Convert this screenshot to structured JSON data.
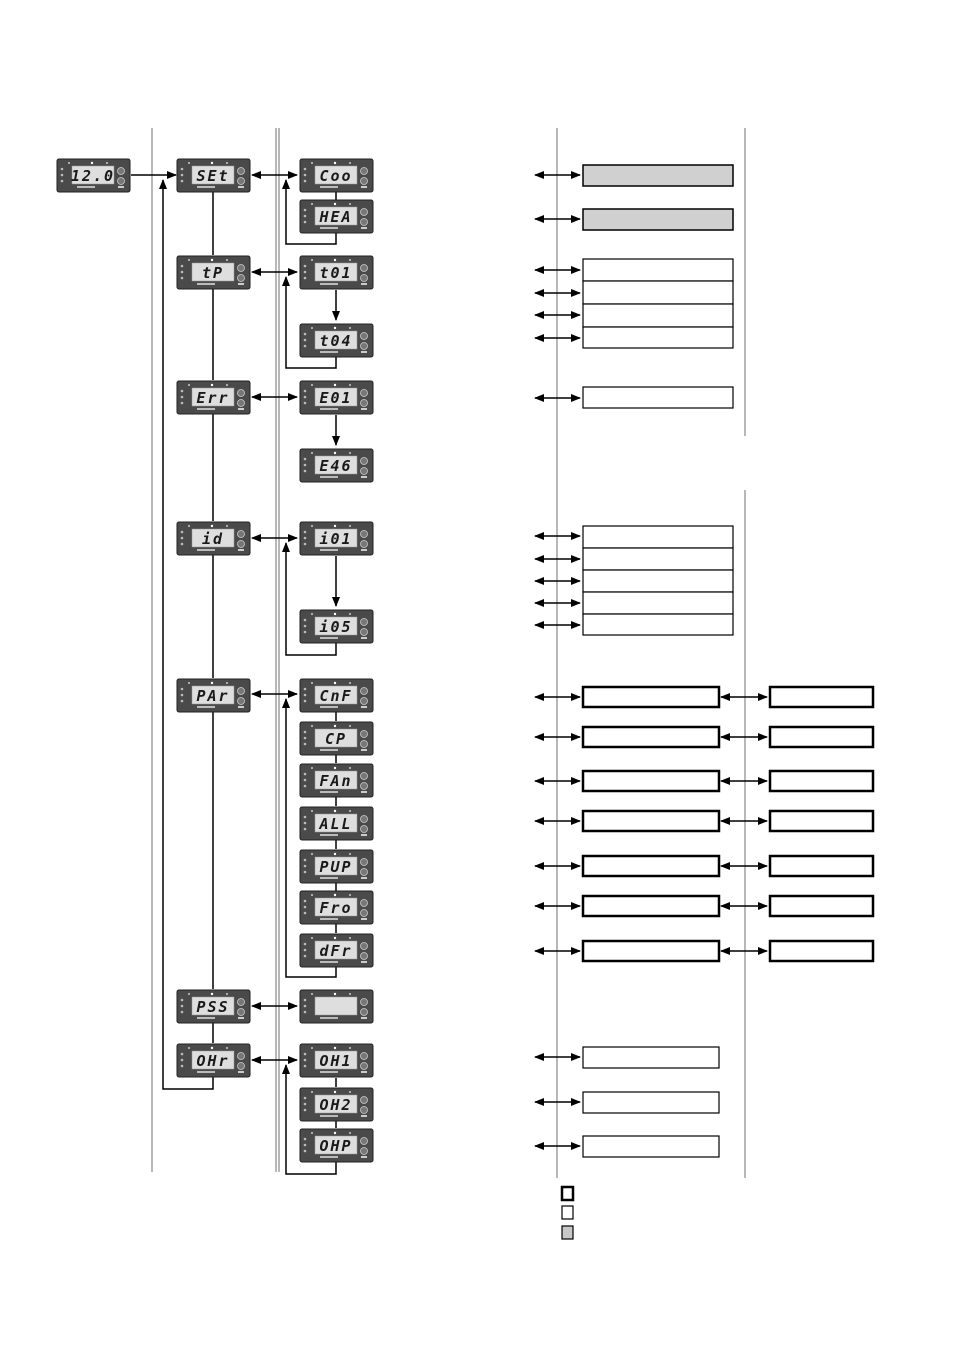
{
  "colors": {
    "device_body": "#4a4a4a",
    "lcd_face": "#dedede",
    "filled_box": "#d0d0d0",
    "line": "#000000",
    "divider": "#888888"
  },
  "main_display": "12.0",
  "menu": [
    {
      "code": "SEt",
      "children": [
        "Coo",
        "HEA"
      ]
    },
    {
      "code": "tP",
      "children": [
        "t01",
        "t04"
      ]
    },
    {
      "code": "Err",
      "children": [
        "E01",
        "E46"
      ]
    },
    {
      "code": "id",
      "children": [
        "i01",
        "i05"
      ]
    },
    {
      "code": "PAr",
      "children": [
        "CnF",
        "CP",
        "FAn",
        "ALL",
        "PUP",
        "Fro",
        "dFr"
      ]
    },
    {
      "code": "PSS",
      "children": [
        ""
      ]
    },
    {
      "code": "OHr",
      "children": [
        "OH1",
        "OH2",
        "OHP"
      ]
    }
  ],
  "legend": [
    {
      "style": "thick",
      "label": ""
    },
    {
      "style": "plain",
      "label": ""
    },
    {
      "style": "filled",
      "label": ""
    }
  ]
}
